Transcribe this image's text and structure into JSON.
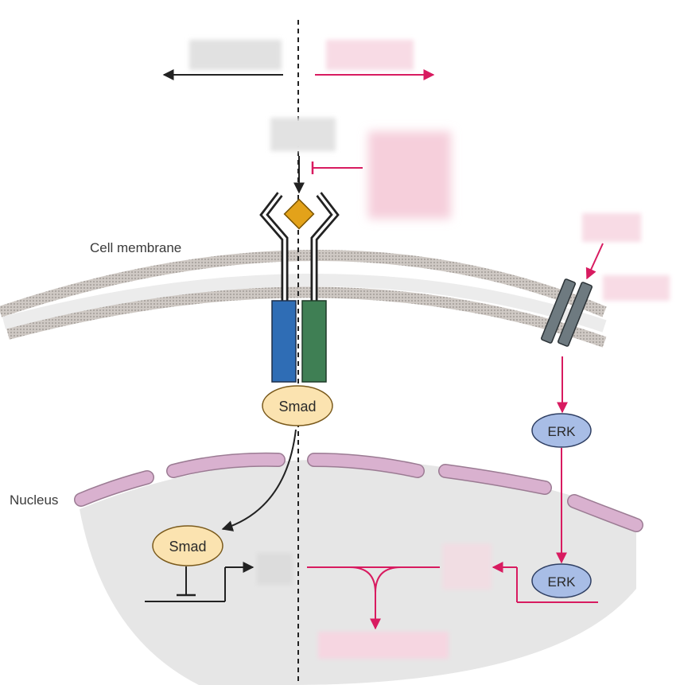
{
  "labels": {
    "cell_membrane": "Cell membrane",
    "nucleus": "Nucleus"
  },
  "nodes": {
    "smad_receptor": "Smad",
    "smad_nucleus": "Smad",
    "erk_cytoplasm": "ERK",
    "erk_nucleus": "ERK"
  },
  "colors": {
    "pathway_black": "#222222",
    "pathway_pink": "#d81b60",
    "receptor_blue": "#2f6db5",
    "receptor_green": "#3f7f54",
    "ligand_gold": "#e3a21a",
    "smad_fill": "#fbe3b0",
    "erk_fill": "#a8bde6",
    "nuclear_envelope": "#d9b1cf",
    "receptor_gray": "#6e7a80"
  }
}
